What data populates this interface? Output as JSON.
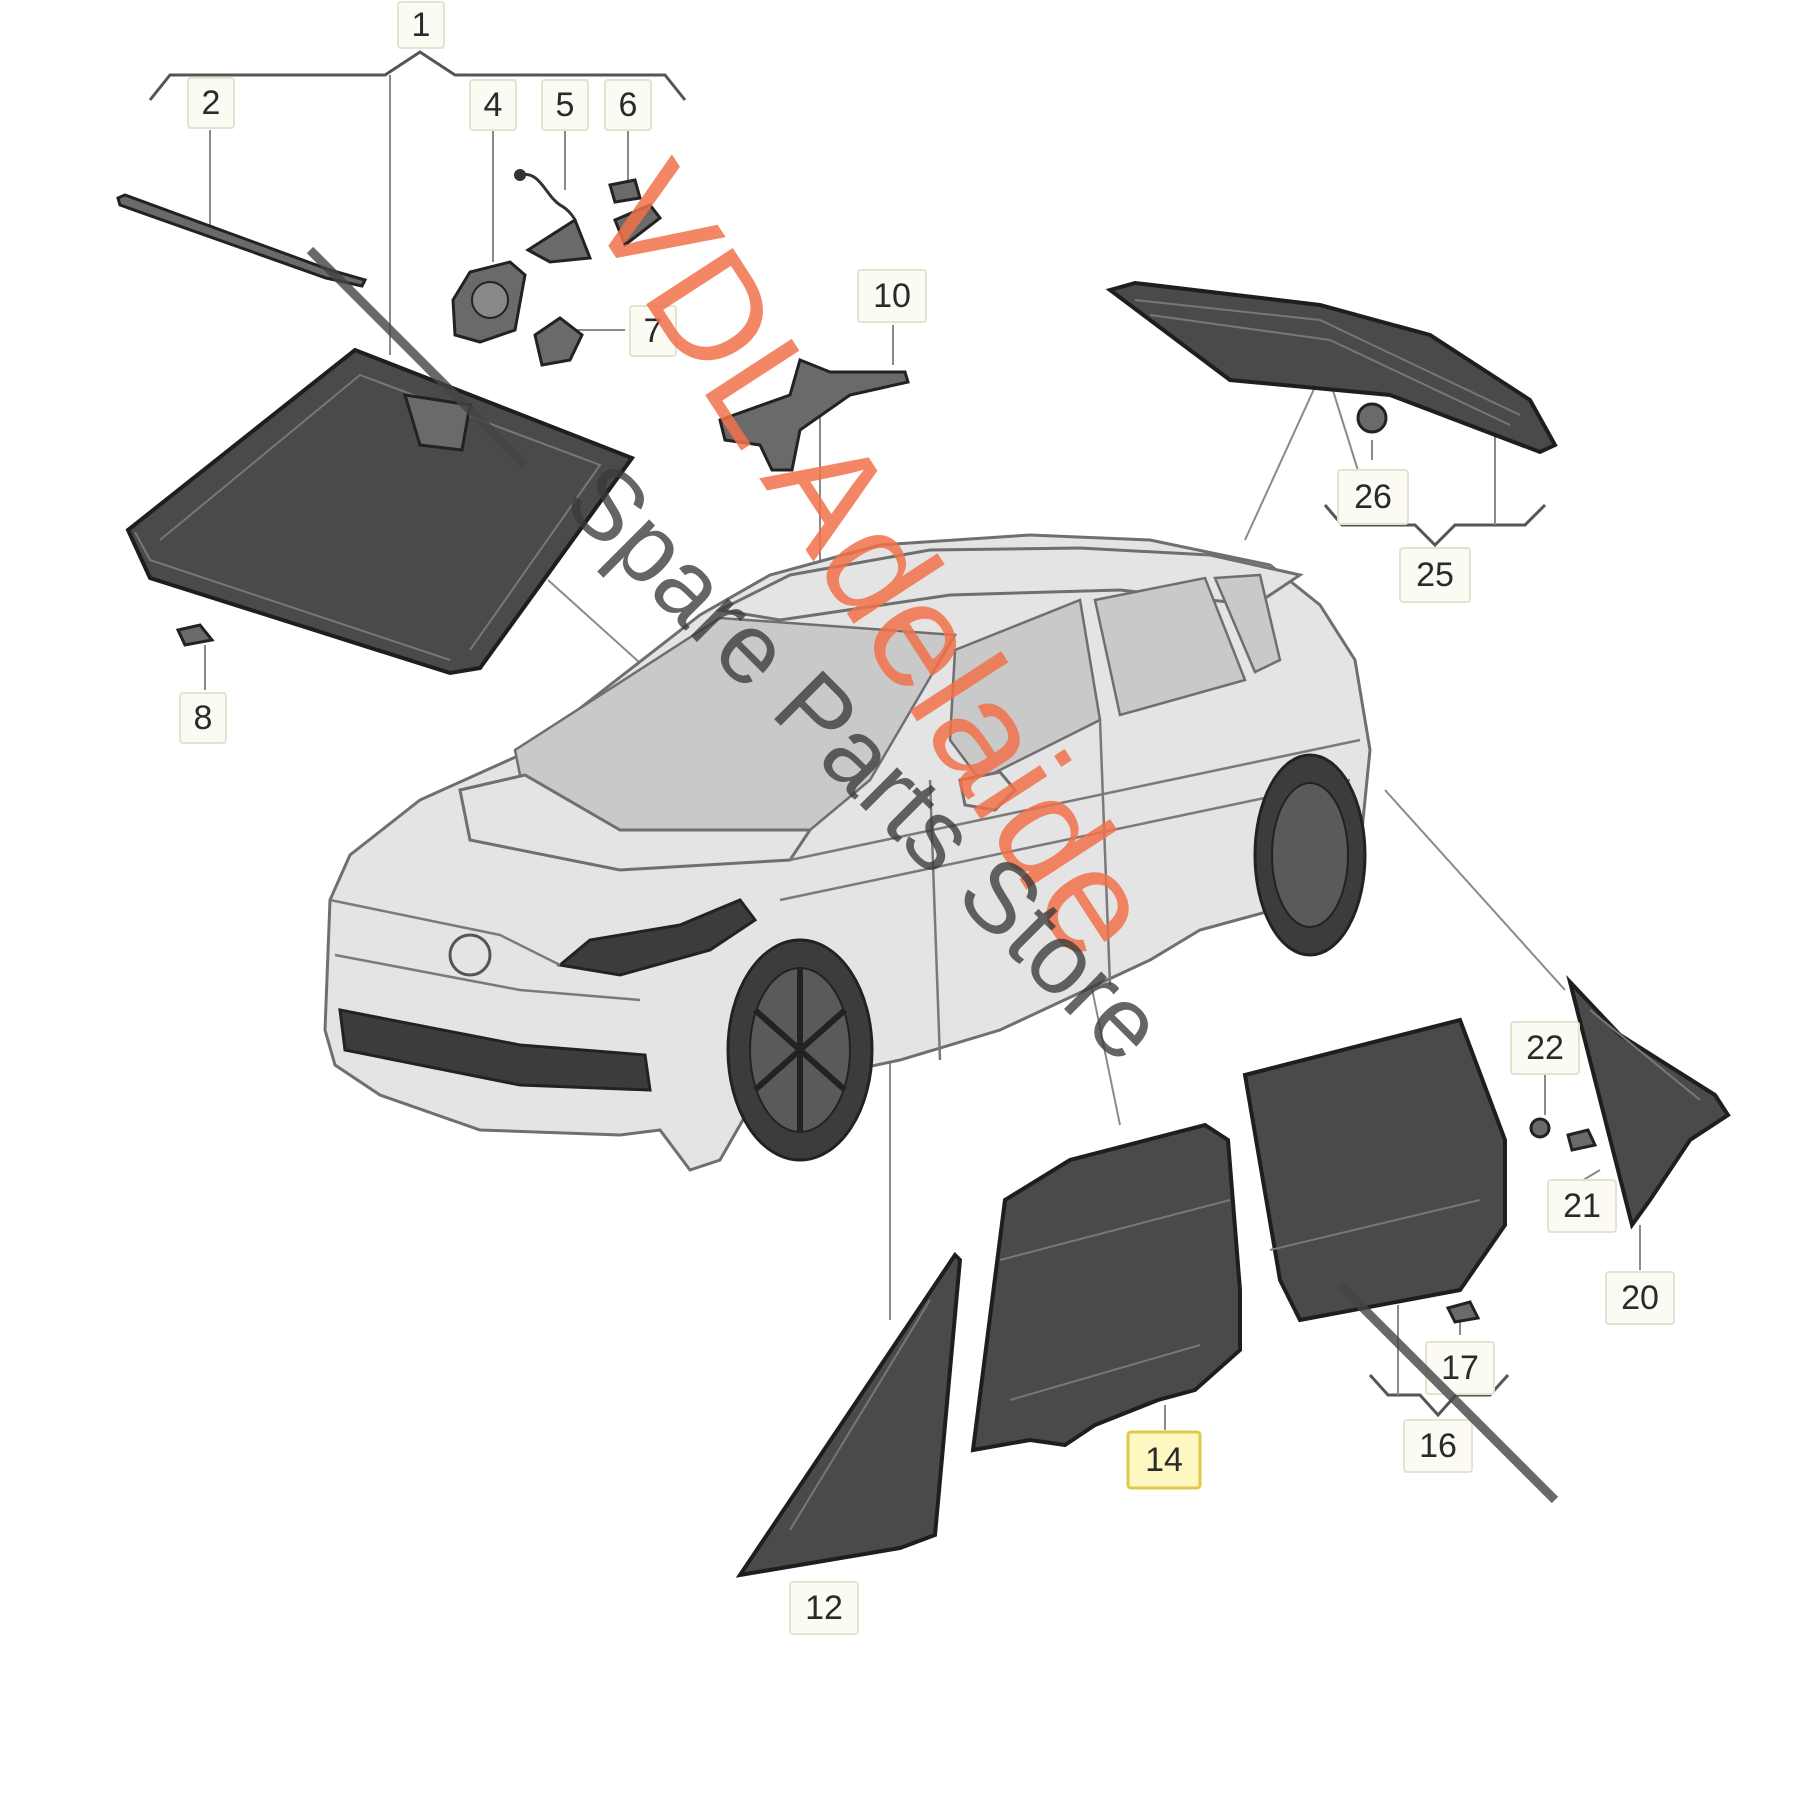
{
  "diagram": {
    "labels": [
      {
        "id": "1",
        "text": "1"
      },
      {
        "id": "2",
        "text": "2"
      },
      {
        "id": "4",
        "text": "4"
      },
      {
        "id": "5",
        "text": "5"
      },
      {
        "id": "6",
        "text": "6"
      },
      {
        "id": "7",
        "text": "7"
      },
      {
        "id": "8",
        "text": "8"
      },
      {
        "id": "10",
        "text": "10"
      },
      {
        "id": "12",
        "text": "12"
      },
      {
        "id": "14",
        "text": "14",
        "highlighted": true
      },
      {
        "id": "16",
        "text": "16"
      },
      {
        "id": "17",
        "text": "17"
      },
      {
        "id": "20",
        "text": "20"
      },
      {
        "id": "21",
        "text": "21"
      },
      {
        "id": "22",
        "text": "22"
      },
      {
        "id": "25",
        "text": "25"
      },
      {
        "id": "26",
        "text": "26"
      }
    ],
    "highlight_color": "#fff7c2"
  },
  "watermark": {
    "line1": "VDL Adelaide",
    "line2": "Spare Parts Store",
    "line1_color": "#f0714a",
    "line2_color": "#3a3a3a"
  }
}
